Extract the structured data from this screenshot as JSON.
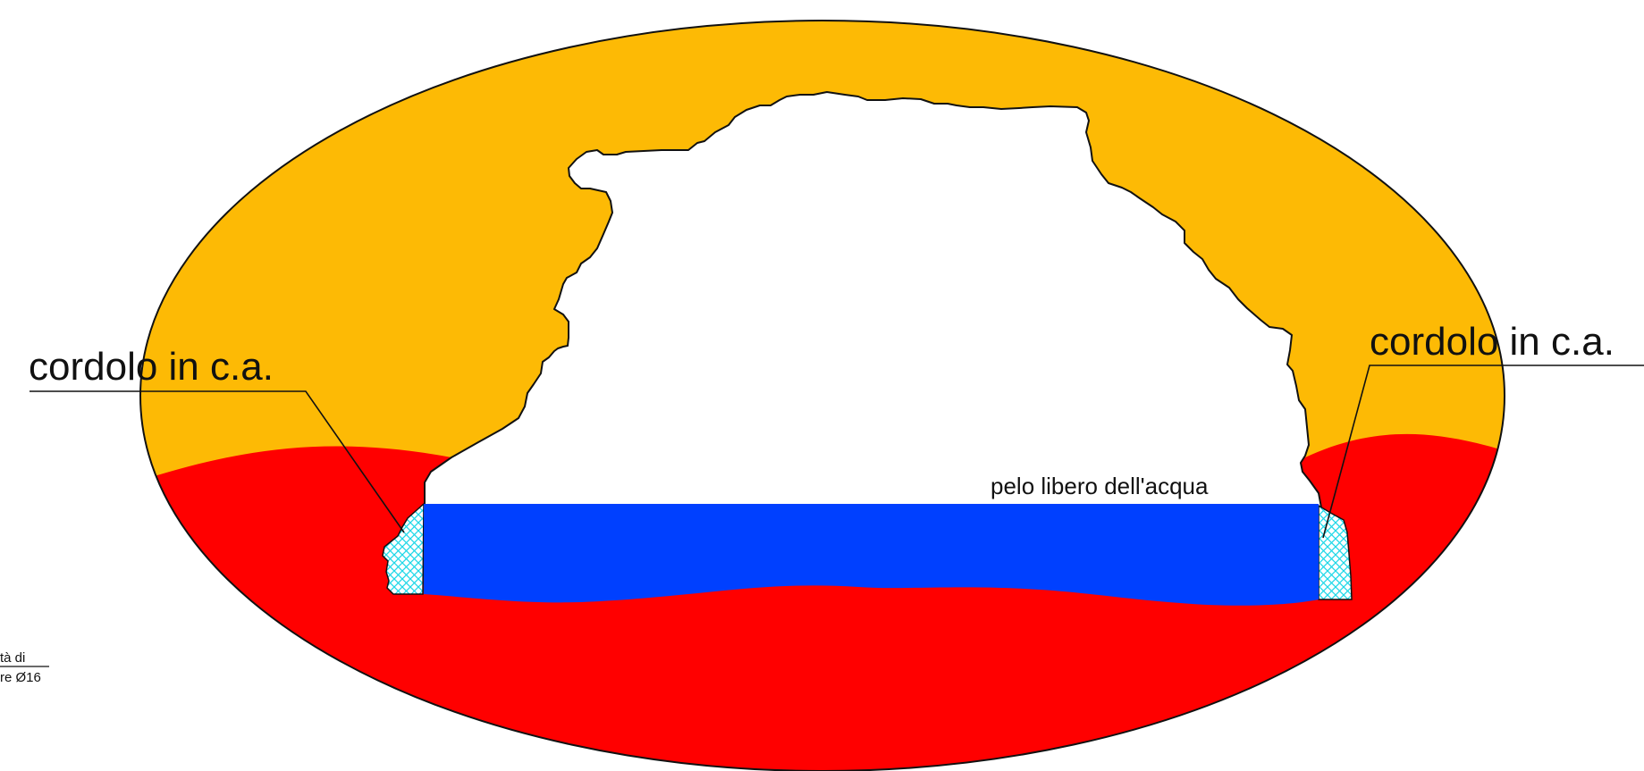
{
  "labels": {
    "left_curb": "cordolo in c.a.",
    "right_curb": "cordolo in c.a.",
    "water_surface": "pelo libero dell'acqua",
    "cut_note_line1": "tà di",
    "cut_note_line2": "re Ø16"
  },
  "colors": {
    "rock_upper": "#FDBA05",
    "rock_lower": "#FF0000",
    "water": "#0040FF",
    "curb_hatch": "#20D8E8",
    "outline": "#111111",
    "cavity": "#FFFFFF"
  },
  "icons": {
    "curb_fill": "crosshatch-pattern"
  }
}
